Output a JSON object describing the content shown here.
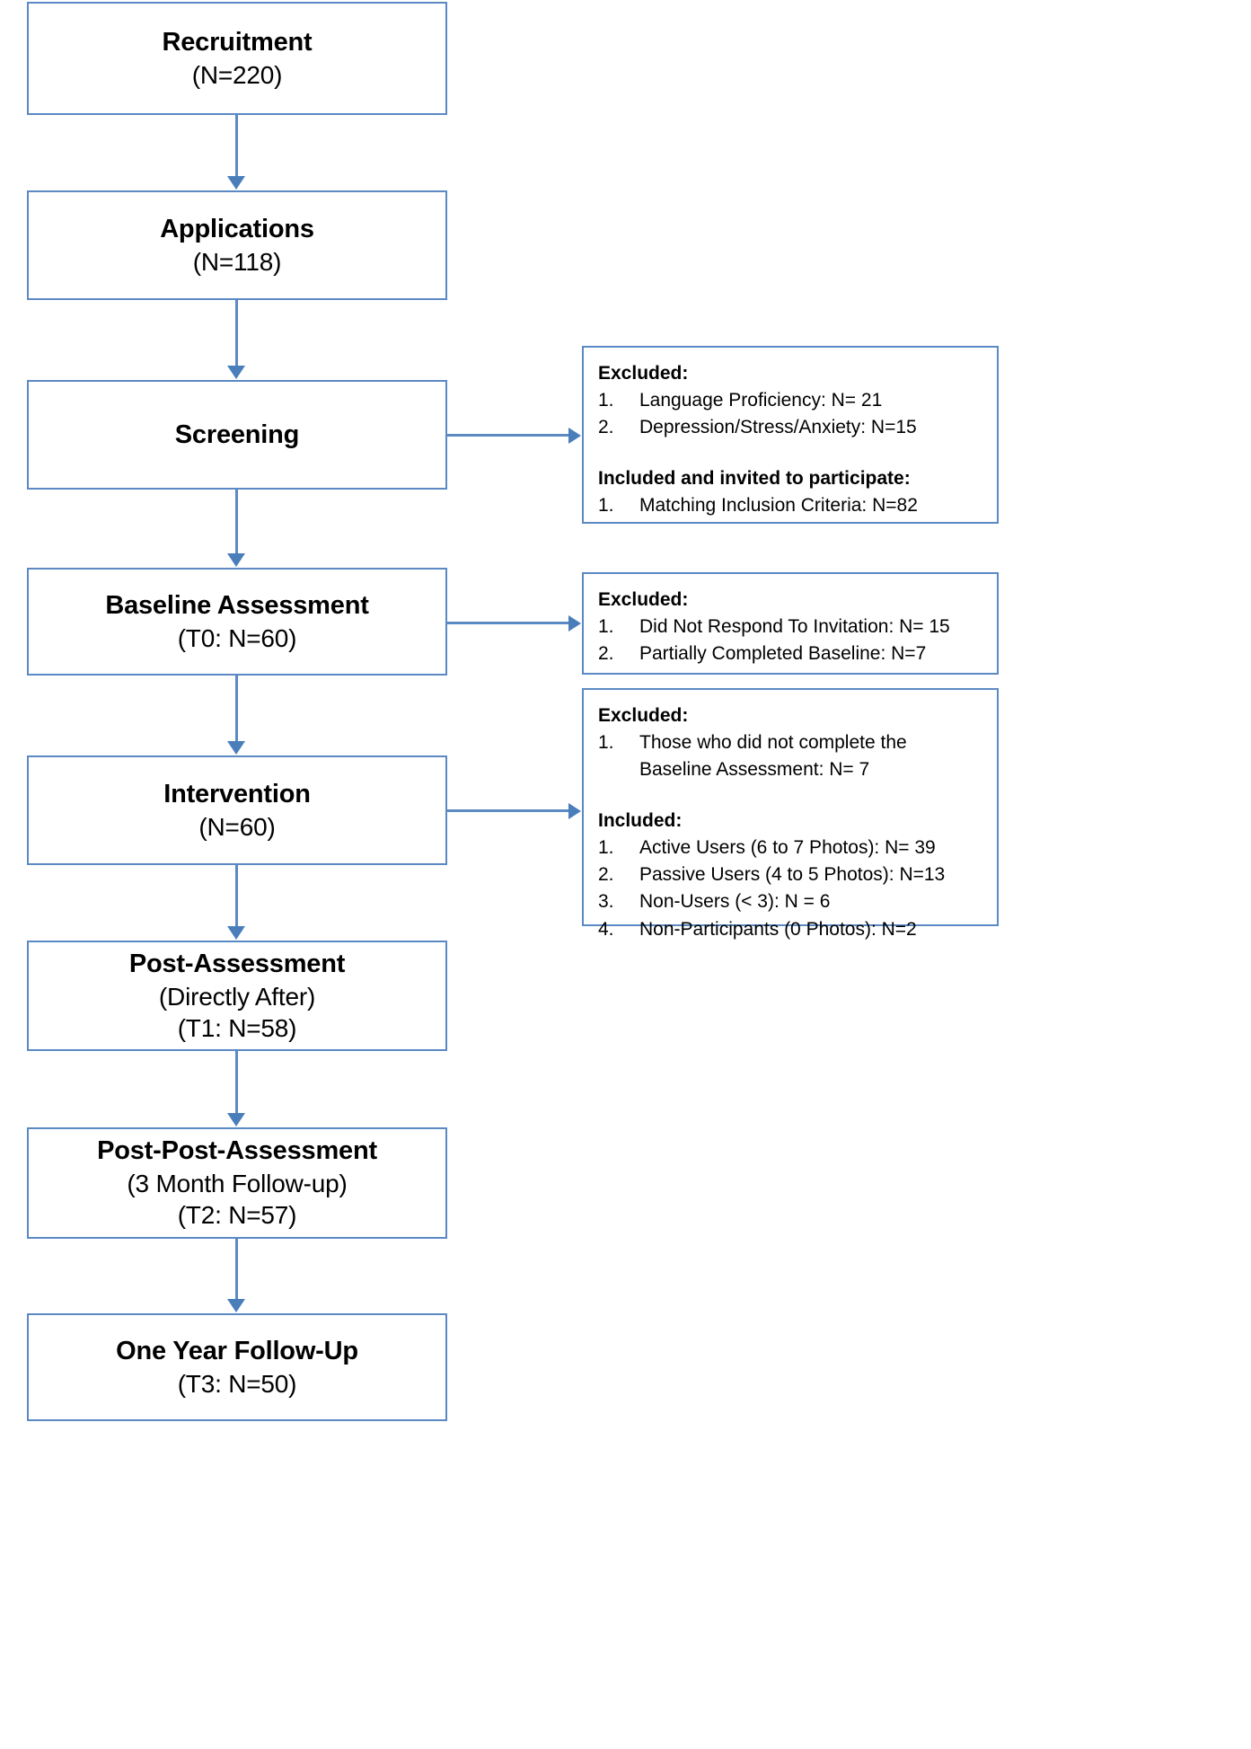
{
  "diagram": {
    "title": "Study Participant Flow Diagram",
    "accent_color": "#5b89c4",
    "arrow_color": "#4a7ebb",
    "background_color": "#ffffff",
    "text_color": "#000000"
  },
  "flow_steps": [
    {
      "title": "Recruitment",
      "sub1": "(N=220)",
      "sub2": ""
    },
    {
      "title": "Applications",
      "sub1": "(N=118)",
      "sub2": ""
    },
    {
      "title": "Screening",
      "sub1": "",
      "sub2": ""
    },
    {
      "title": "Baseline Assessment",
      "sub1": "(T0: N=60)",
      "sub2": ""
    },
    {
      "title": "Intervention",
      "sub1": "(N=60)",
      "sub2": ""
    },
    {
      "title": "Post-Assessment",
      "sub1": "(Directly After)",
      "sub2": "(T1: N=58)"
    },
    {
      "title": "Post-Post-Assessment",
      "sub1": "(3 Month Follow-up)",
      "sub2": "(T2: N=57)"
    },
    {
      "title": "One Year Follow-Up",
      "sub1": "(T3: N=50)",
      "sub2": ""
    }
  ],
  "notes": [
    {
      "id": "screening-note",
      "sections": [
        {
          "heading": "Excluded:",
          "items": [
            {
              "num": "1.",
              "text": "Language Proficiency: N= 21"
            },
            {
              "num": "2.",
              "text": "Depression/Stress/Anxiety:  N=15"
            }
          ]
        },
        {
          "heading": "Included and invited to participate:",
          "items": [
            {
              "num": "1.",
              "text": "Matching Inclusion Criteria: N=82"
            }
          ]
        }
      ]
    },
    {
      "id": "baseline-note",
      "sections": [
        {
          "heading": "Excluded:",
          "items": [
            {
              "num": "1.",
              "text": "Did Not Respond To Invitation:  N= 15"
            },
            {
              "num": "2.",
              "text": "Partially Completed Baseline: N=7"
            }
          ]
        }
      ]
    },
    {
      "id": "intervention-note",
      "sections": [
        {
          "heading": "Excluded:",
          "items": [
            {
              "num": "1.",
              "text": "Those who did not complete the\nBaseline Assessment:  N= 7"
            }
          ]
        },
        {
          "heading": "Included:",
          "items": [
            {
              "num": "1.",
              "text": "Active Users (6 to 7 Photos): N= 39"
            },
            {
              "num": "2.",
              "text": "Passive Users (4 to 5 Photos): N=13"
            },
            {
              "num": "3.",
              "text": "Non-Users (< 3): N = 6"
            },
            {
              "num": "4.",
              "text": "Non-Participants (0 Photos): N=2"
            }
          ]
        }
      ]
    }
  ]
}
